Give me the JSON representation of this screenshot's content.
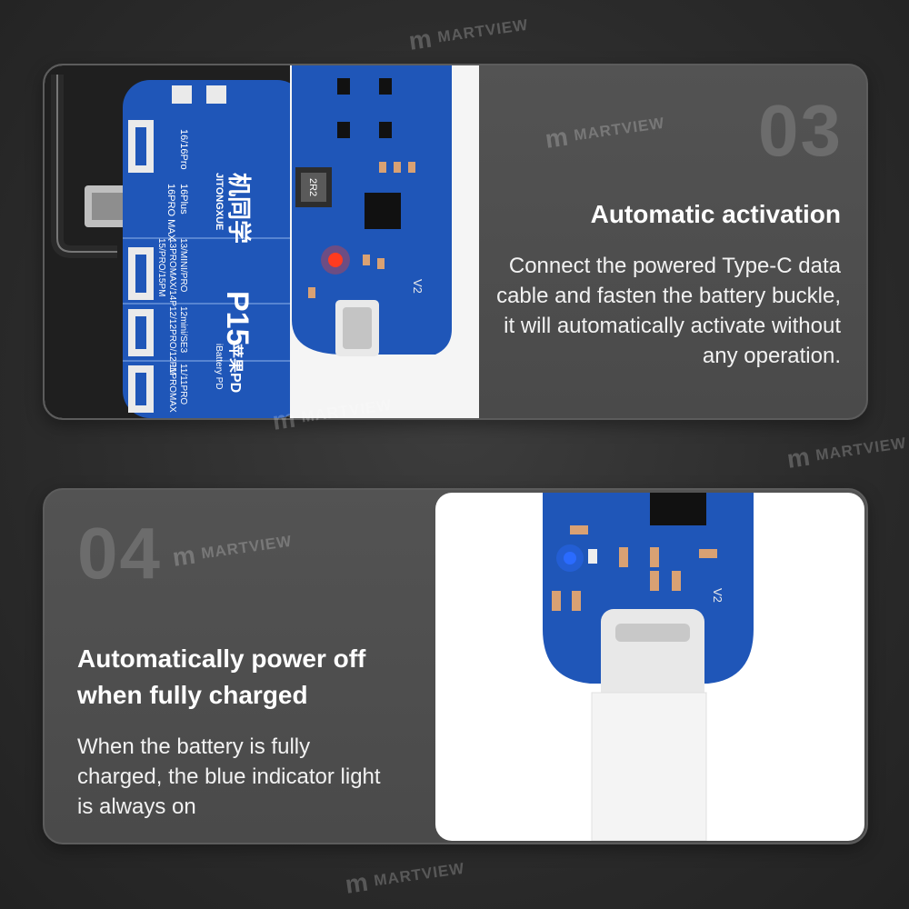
{
  "watermark": {
    "brand": "MARTVIEW",
    "logo_glyph": "m"
  },
  "steps": [
    {
      "number": "03",
      "title": "Automatic activation",
      "description": "Connect the powered Type-C data cable and fasten the battery buckle, it will automatically activate without any operation.",
      "board": {
        "brand_cn": "机同学",
        "brand_pinyin": "JITONGXUE",
        "model": "P15",
        "model_cn": "苹果PD",
        "model_sub": "iBattery PD",
        "slot_labels": [
          "16/16Pro",
          "16Plus",
          "16PRO MAX",
          "13/MINI/PRO",
          "13PROMAX/14P",
          "15/PRO/15PM",
          "12mini/SE3",
          "12/12PRO/12PM",
          "11/11PRO",
          "11PROMAX"
        ],
        "chip_inductor": "2R2",
        "version": "V2",
        "led_color": "#ff3b1f"
      }
    },
    {
      "number": "04",
      "title": "Automatically power off when fully charged",
      "description": "When the battery is fully charged, the blue indicator light is always on",
      "board": {
        "version": "V2",
        "led_color": "#2b6bff"
      }
    }
  ],
  "colors": {
    "pcb_blue": "#1f56b8",
    "background": "#2e2e2e",
    "card": "#4e4e4e",
    "step_number": "#6c6c6c"
  }
}
